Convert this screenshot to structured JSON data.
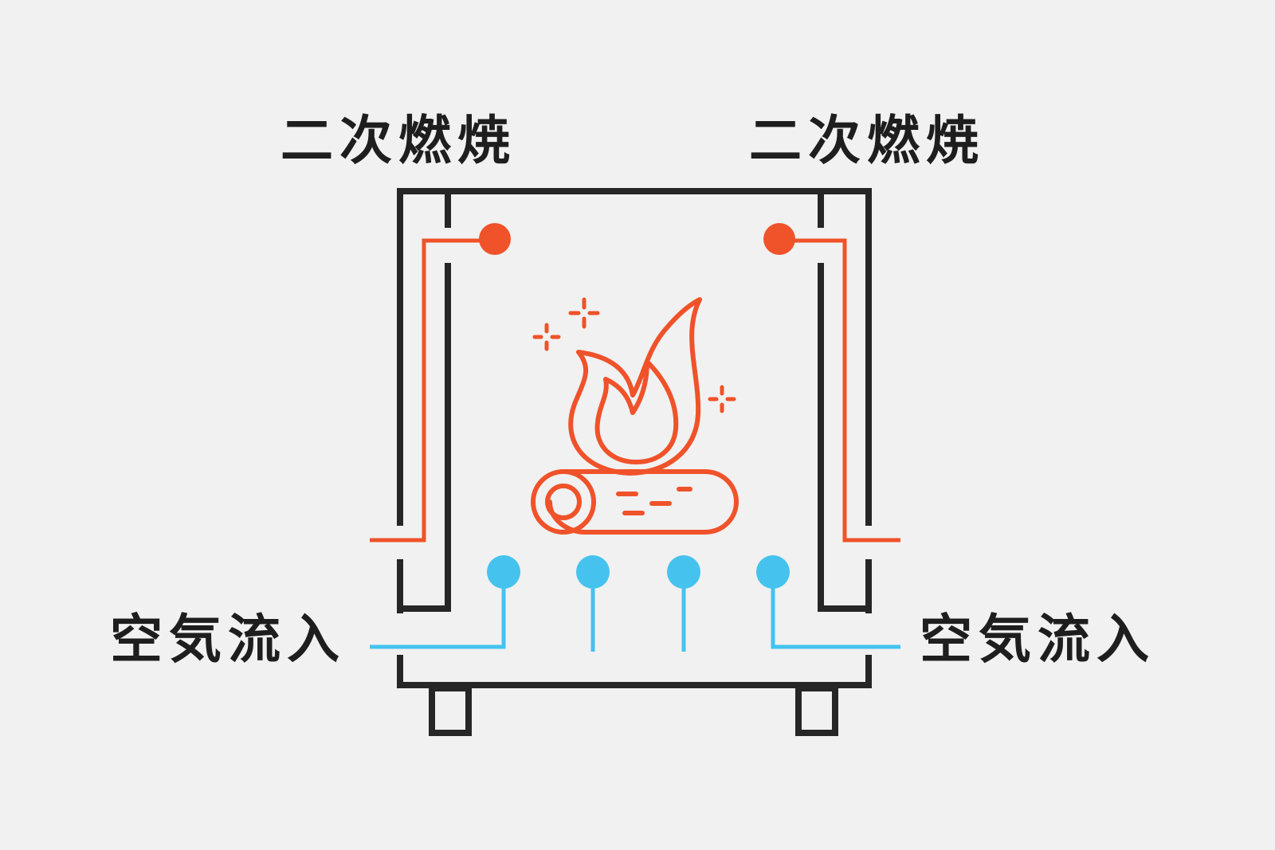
{
  "labels": {
    "secondary_combustion_left": "二次燃焼",
    "secondary_combustion_right": "二次燃焼",
    "air_inflow_left": "空気流入",
    "air_inflow_right": "空気流入"
  },
  "colors": {
    "background": "#f1f1f1",
    "stove_outline": "#262626",
    "combustion_line": "#f0522a",
    "air_line": "#45c3ee",
    "text": "#1e1e1e"
  },
  "icons": {
    "center": "campfire-icon",
    "combustion_outlet": "filled-circle-icon",
    "air_outlet": "filled-circle-icon"
  }
}
